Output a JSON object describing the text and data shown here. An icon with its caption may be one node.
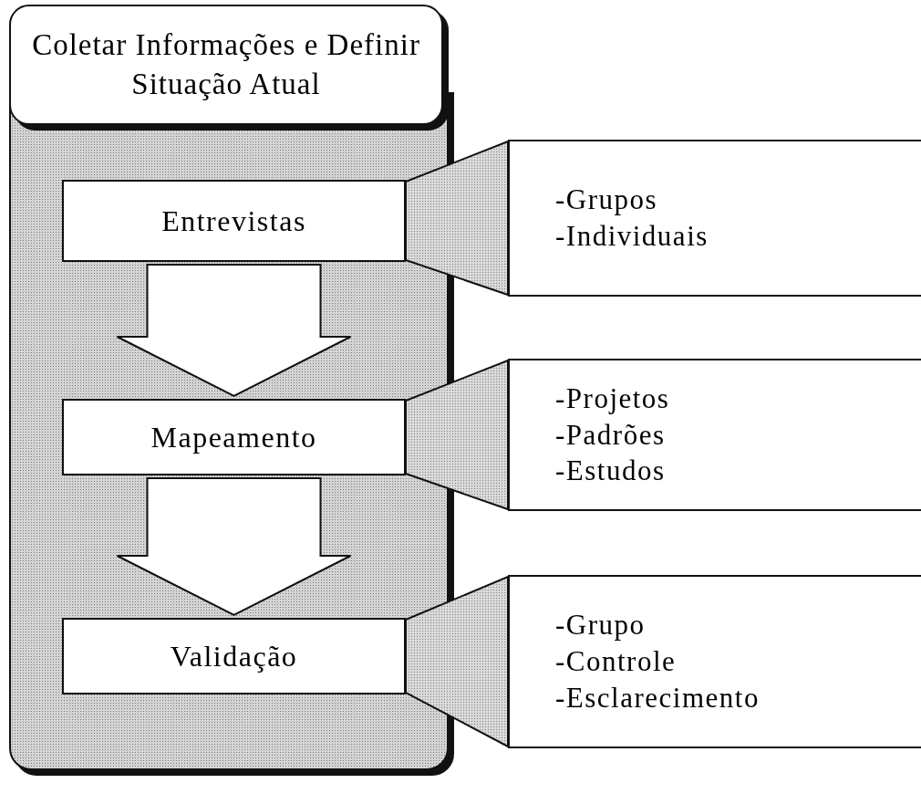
{
  "diagram": {
    "nodes": [
      {
        "text": [
          "Coletar Informações e Definir Situação Atual"
        ]
      },
      {
        "text": [
          "Entrevistas"
        ],
        "in": 0
      },
      {
        "text": [
          "-Grupos",
          "-Individuais"
        ]
      },
      {
        "text": [
          "Mapeamento"
        ],
        "in": 0
      },
      {
        "text": [
          "-Projetos",
          "-Padrões",
          "-Estudos"
        ]
      },
      {
        "text": [
          "Validação"
        ],
        "in": 0
      },
      {
        "text": [
          "-Grupo",
          "-Controle",
          "-Esclarecimento"
        ]
      }
    ],
    "edges": [
      {
        "from": 1,
        "to": 3,
        "arrow": "to"
      },
      {
        "from": 3,
        "to": 5,
        "arrow": "to"
      },
      {
        "from": 1,
        "to": 2,
        "arrow": "none"
      },
      {
        "from": 3,
        "to": 4,
        "arrow": "none"
      },
      {
        "from": 5,
        "to": 6,
        "arrow": "none"
      }
    ]
  }
}
